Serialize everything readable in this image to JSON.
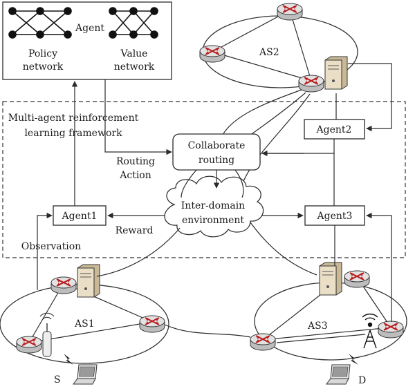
{
  "agent_box": {
    "title": "Agent",
    "policy_line1": "Policy",
    "policy_line2": "network",
    "value_line1": "Value",
    "value_line2": "network"
  },
  "framework": {
    "line1": "Multi-agent reinforcement",
    "line2": "learning framework"
  },
  "collaborate": {
    "line1": "Collaborate",
    "line2": "routing"
  },
  "environment": {
    "line1": "Inter-domain",
    "line2": "environment"
  },
  "routing_action": {
    "line1": "Routing",
    "line2": "Action"
  },
  "reward": "Reward",
  "observation": "Observation",
  "agents": {
    "agent1": "Agent1",
    "agent2": "Agent2",
    "agent3": "Agent3"
  },
  "domains": {
    "as1": "AS1",
    "as2": "AS2",
    "as3": "AS3"
  },
  "endpoints": {
    "source": "S",
    "destination": "D"
  },
  "colors": {
    "router_body": "#d4d4d4",
    "router_arrow": "#b81c1c",
    "server": "#e9dcc0",
    "cloud": "#ffffff"
  }
}
